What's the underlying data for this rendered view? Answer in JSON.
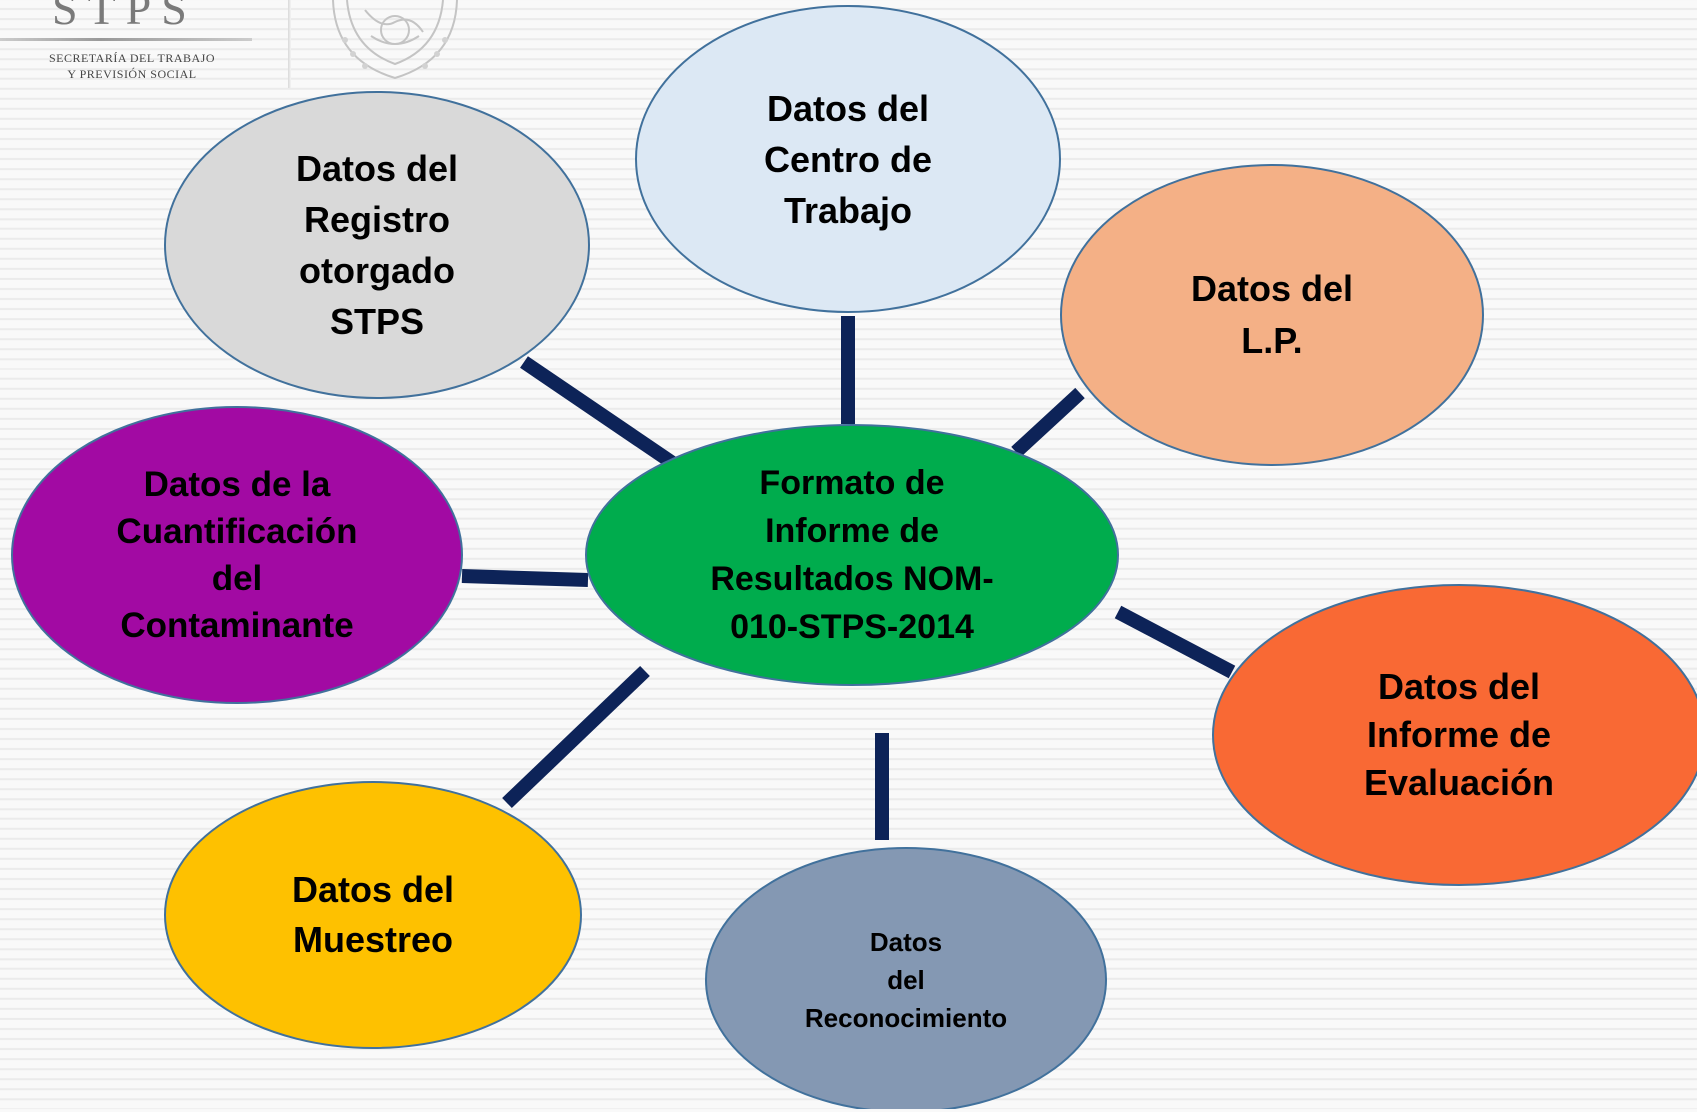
{
  "header": {
    "logo_word": "STPS",
    "logo_sub_line1": "SECRETARÍA DEL TRABAJO",
    "logo_sub_line2": "Y PREVISIÓN SOCIAL"
  },
  "colors": {
    "connector": "#0d2358",
    "center": "#00ac4d",
    "registro": "#d9d9d9",
    "centro_trabajo": "#dce8f4",
    "lp": "#f4b086",
    "cuantificacion": "#a20aa3",
    "informe_evaluacion": "#f96934",
    "muestreo": "#fec100",
    "reconocimiento": "#8498b3",
    "outline": "#41719c"
  },
  "diagram": {
    "center": {
      "label": "Formato de\nInforme de\nResultados NOM-\n010-STPS-2014"
    },
    "nodes": [
      {
        "id": "registro",
        "label": "Datos del\nRegistro\notorgado\nSTPS"
      },
      {
        "id": "centro_trabajo",
        "label": "Datos del\nCentro de\nTrabajo"
      },
      {
        "id": "lp",
        "label": "Datos del\nL.P."
      },
      {
        "id": "cuantificacion",
        "label": "Datos de la\nCuantificación\ndel\nContaminante"
      },
      {
        "id": "informe_evaluacion",
        "label": "Datos del\nInforme de\nEvaluación"
      },
      {
        "id": "muestreo",
        "label": "Datos del\nMuestreo"
      },
      {
        "id": "reconocimiento",
        "label": "Datos\ndel\nReconocimiento"
      }
    ]
  }
}
